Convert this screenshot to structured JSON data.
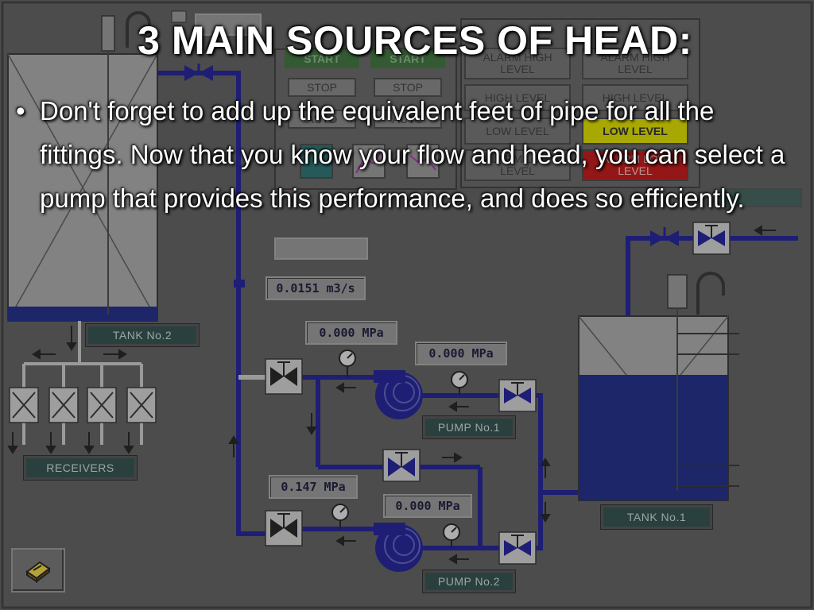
{
  "title": "3 MAIN SOURCES OF HEAD:",
  "bullet_text": "Don't forget to add up the equivalent feet of pipe for all the fittings. Now that you know your flow and head, you can select a pump that provides this performance, and does so efficiently.",
  "diagram": {
    "flow_rate": "0.0151 m3/s",
    "tank2_label": "TANK No.2",
    "tank1_label": "TANK No.1",
    "receivers_label": "RECEIVERS",
    "pump1_label": "PUMP No.1",
    "pump2_label": "PUMP No.2",
    "pressure_a": "0.000 MPa",
    "pressure_b": "0.000 MPa",
    "pressure_c": "0.147 MPa",
    "pressure_d": "0.000 MPa",
    "panel": {
      "start1": "START",
      "start2": "START",
      "stop1": "STOP",
      "stop2": "STOP",
      "auto1": "AUTO",
      "auto2": "AUTO",
      "high_level_alarm": "ALARM HIGH LEVEL",
      "high_level_alarm2": "ALARM HIGH LEVEL",
      "high_level": "HIGH LEVEL",
      "high_level2": "HIGH LEVEL",
      "low_level": "LOW LEVEL",
      "low_level2": "LOW LEVEL",
      "low_level_alarm": "ALARM LOW LEVEL",
      "low_level_alarm2": "ALARM LOW LEVEL"
    },
    "colors": {
      "pipe": "#20208a",
      "water": "#1e2a7a",
      "tank_bg": "#9a9a9a",
      "lit_yellow": "#c8c800",
      "lit_red": "#b01818",
      "start_green": "#3a6a3a"
    }
  }
}
